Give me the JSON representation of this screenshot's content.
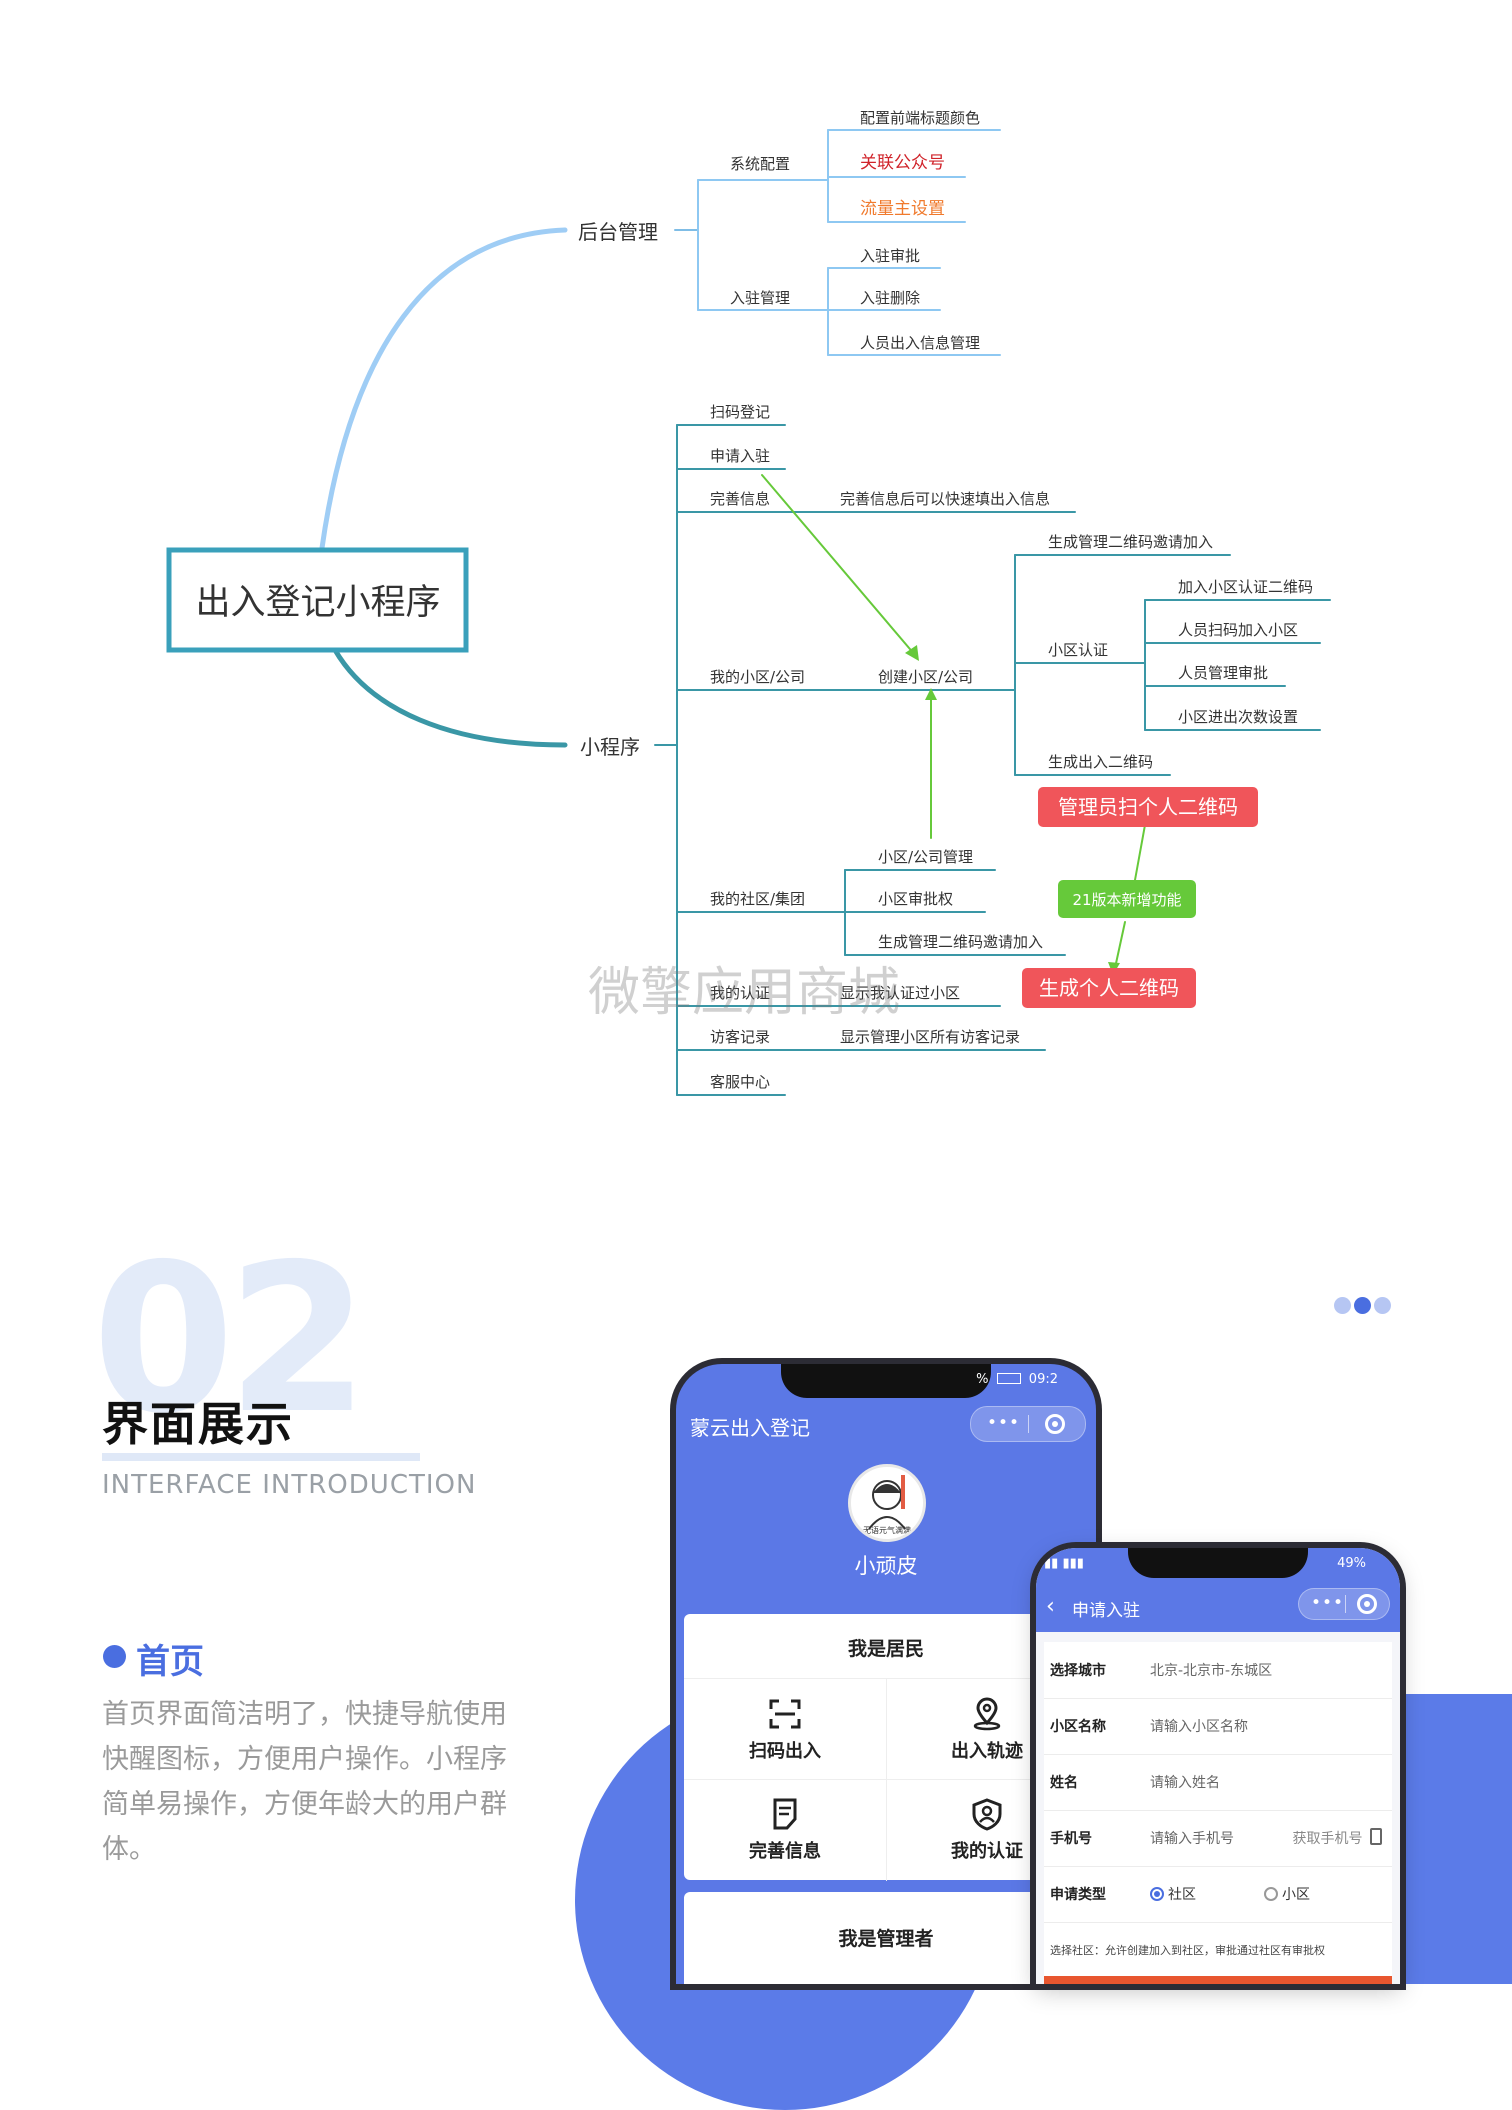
{
  "mindmap": {
    "root": "出入登记小程序",
    "branch_admin": "后台管理",
    "branch_app": "小程序",
    "admin_system": "系统配置",
    "admin_system_items": [
      "配置前端标题颜色",
      "关联公众号",
      "流量主设置"
    ],
    "admin_join": "入驻管理",
    "admin_join_items": [
      "入驻审批",
      "入驻删除",
      "人员出入信息管理"
    ],
    "app_items": [
      "扫码登记",
      "申请入驻",
      "完善信息",
      "我的小区/公司",
      "我的社区/集团",
      "我的认证",
      "访客记录",
      "客服中心"
    ],
    "perfect_info_desc": "完善信息后可以快速填出入信息",
    "create_estate": "创建小区/公司",
    "gen_invite_qr": "生成管理二维码邀请加入",
    "estate_auth": "小区认证",
    "estate_auth_items": [
      "加入小区认证二维码",
      "人员扫码加入小区",
      "人员管理审批",
      "小区进出次数设置"
    ],
    "gen_inout_qr": "生成出入二维码",
    "admin_scan_qr": "管理员扫个人二维码",
    "community_items": [
      "小区/公司管理",
      "小区审批权",
      "生成管理二维码邀请加入"
    ],
    "new_feature": "21版本新增功能",
    "my_auth_desc": "显示我认证过小区",
    "gen_personal_qr": "生成个人二维码",
    "visitor_desc": "显示管理小区所有访客记录",
    "watermark": "微擎应用商城"
  },
  "section": {
    "number": "02",
    "title": "界面展示",
    "subtitle": "INTERFACE INTRODUCTION",
    "dots_colors": [
      "#b6c6f3",
      "#4a6ee0",
      "#b6c6f3"
    ]
  },
  "feature": {
    "title": "首页",
    "desc": "首页界面简洁明了，快捷导航使用快醒图标，方便用户操作。小程序简单易操作，方便年龄大的用户群体。"
  },
  "phone1": {
    "status_percent": "%",
    "status_time": "09:2",
    "app_title": "蒙云出入登记",
    "avatar_text": "无语元气满满",
    "user_name": "小顽皮",
    "resident_title": "我是居民",
    "resident_items": [
      {
        "label": "扫码出入",
        "icon": "scan-icon"
      },
      {
        "label": "出入轨迹",
        "icon": "location-icon"
      },
      {
        "label": "完善信息",
        "icon": "edit-form-icon"
      },
      {
        "label": "我的认证",
        "icon": "shield-user-icon"
      }
    ],
    "manager_title": "我是管理者"
  },
  "phone2": {
    "status_battery": "49%",
    "title": "申请入驻",
    "fields": [
      {
        "label": "选择城市",
        "value": "北京-北京市-东城区"
      },
      {
        "label": "小区名称",
        "value": "请输入小区名称"
      },
      {
        "label": "姓名",
        "value": "请输入姓名"
      },
      {
        "label": "手机号",
        "value": "请输入手机号",
        "action": "获取手机号"
      }
    ],
    "type_label": "申请类型",
    "type_options": [
      "社区",
      "小区"
    ],
    "note": "选择社区：允许创建加入到社区，审批通过社区有审批权"
  },
  "colors": {
    "brand_blue": "#5b78e6",
    "mm_line_teal": "#3a97a6",
    "mm_line_light": "#8ec8f2",
    "red_badge": "#f0555a",
    "green_badge": "#66c93a",
    "red_text": "#d0232a",
    "orange_text": "#f07a2d"
  }
}
